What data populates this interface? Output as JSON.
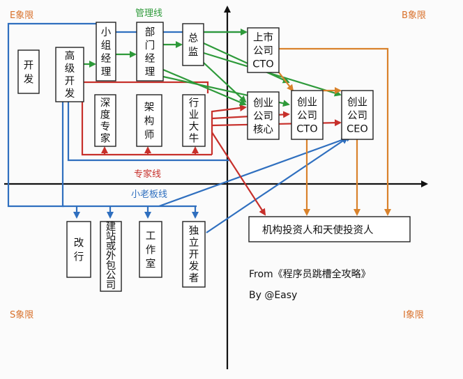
{
  "quadrants": {
    "top_left": "E象限",
    "top_right": "B象限",
    "bottom_left": "S象限",
    "bottom_right": "I象限"
  },
  "lanes": {
    "management": "管理线",
    "expert": "专家线",
    "small_boss": "小老板线"
  },
  "nodes": {
    "kaifa": [
      "开",
      "发"
    ],
    "gaoji": [
      "高",
      "级",
      "开",
      "发"
    ],
    "xiaozu": [
      "小",
      "组",
      "经",
      "理"
    ],
    "bumen": [
      "部",
      "门",
      "经",
      "理"
    ],
    "zongjian": [
      "总",
      "监"
    ],
    "shendu": [
      "深",
      "度",
      "专",
      "家"
    ],
    "jiagou": [
      "架",
      "构",
      "师"
    ],
    "hangye": [
      "行",
      "业",
      "大",
      "牛"
    ],
    "shangshi": [
      "上市",
      "公司",
      "CTO"
    ],
    "chuangye_hexin": [
      "创业",
      "公司",
      "核心"
    ],
    "chuangye_cto": [
      "创业",
      "公司",
      "CTO"
    ],
    "chuangye_ceo": [
      "创业",
      "公司",
      "CEO"
    ],
    "investor": "机构投资人和天使投资人",
    "gaihang": [
      "改",
      "行"
    ],
    "jianzhan": [
      "建",
      "站",
      "或",
      "外",
      "包",
      "公",
      "司"
    ],
    "gongzuoshi": [
      "工",
      "作",
      "室"
    ],
    "duli": [
      "独",
      "立",
      "开",
      "发",
      "者"
    ]
  },
  "credits": {
    "source": "From《程序员跳槽全攻略》",
    "author": "By @Easy"
  },
  "colors": {
    "green": "#2e9a3a",
    "red": "#c7302b",
    "blue": "#2f6fbf",
    "orange": "#d9822b",
    "axis": "#111111"
  }
}
